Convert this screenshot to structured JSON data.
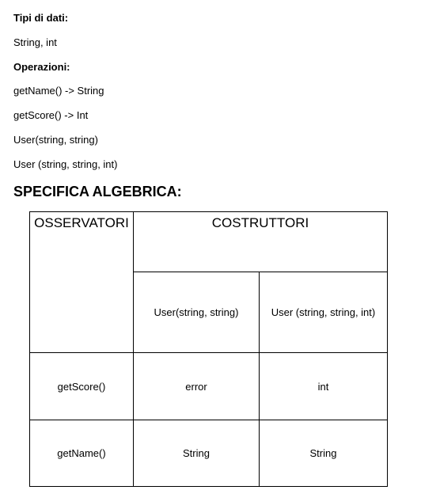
{
  "doc": {
    "data_types_heading": "Tipi di dati:",
    "data_types": "String, int",
    "operations_heading": "Operazioni:",
    "operations": [
      "getName() -> String",
      "getScore() -> Int",
      "User(string, string)",
      "User (string, string, int)"
    ],
    "spec_heading": "SPECIFICA ALGEBRICA:"
  },
  "table": {
    "observers_header": "OSSERVATORI",
    "constructors_header": "COSTRUTTORI",
    "constructors": [
      "User(string, string)",
      "User (string, string, int)"
    ],
    "rows": [
      {
        "observer": "getScore()",
        "values": [
          "error",
          "int"
        ]
      },
      {
        "observer": "getName()",
        "values": [
          "String",
          "String"
        ]
      }
    ]
  }
}
